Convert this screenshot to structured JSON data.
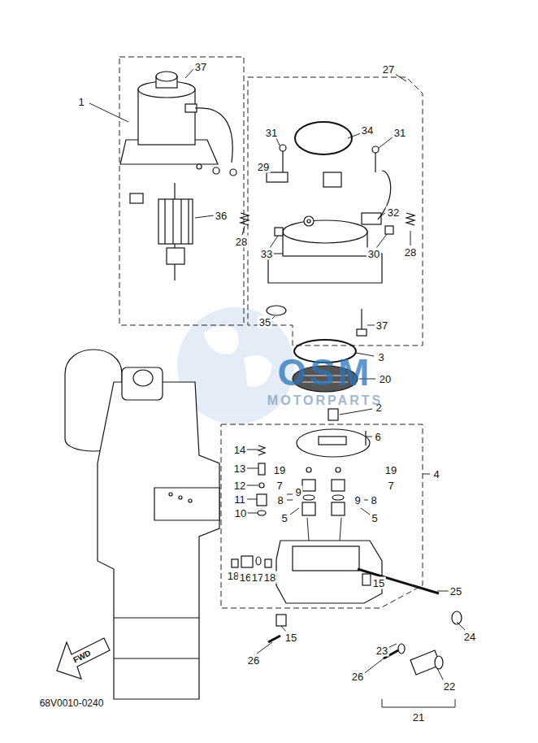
{
  "diagram": {
    "labels": [
      "1",
      "37",
      "27",
      "31",
      "34",
      "31",
      "29",
      "36",
      "32",
      "28",
      "33",
      "30",
      "28",
      "35",
      "37",
      "3",
      "20",
      "2",
      "6",
      "14",
      "13",
      "19",
      "19",
      "12",
      "7",
      "7",
      "4",
      "11",
      "8",
      "9",
      "9",
      "8",
      "10",
      "5",
      "5",
      "18",
      "16",
      "17",
      "18",
      "25",
      "15",
      "15",
      "24",
      "26",
      "23",
      "26",
      "22",
      "21",
      "FWD",
      "68V0010-0240",
      "OSM",
      "MOTORPARTS"
    ]
  }
}
